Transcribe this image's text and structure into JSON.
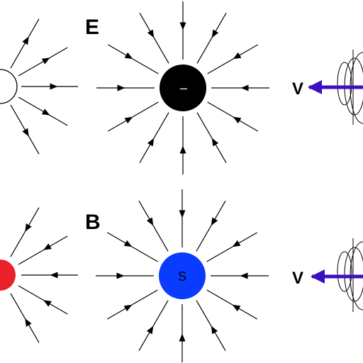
{
  "panels": {
    "e_label": "E",
    "b_label": "B",
    "e_charge_sign": "–",
    "b_pole_label": "S",
    "velocity_label_top": "V",
    "velocity_label_bottom": "V"
  },
  "colors": {
    "field_line": "#000000",
    "negative_charge": "#000000",
    "south_pole": "#0a3cff",
    "north_pole_partial": "#e8212b",
    "velocity_arrow": "#3a10c0",
    "background": "#ffffff"
  },
  "icons": {
    "arrow": "filled-triangle-arrowhead"
  }
}
